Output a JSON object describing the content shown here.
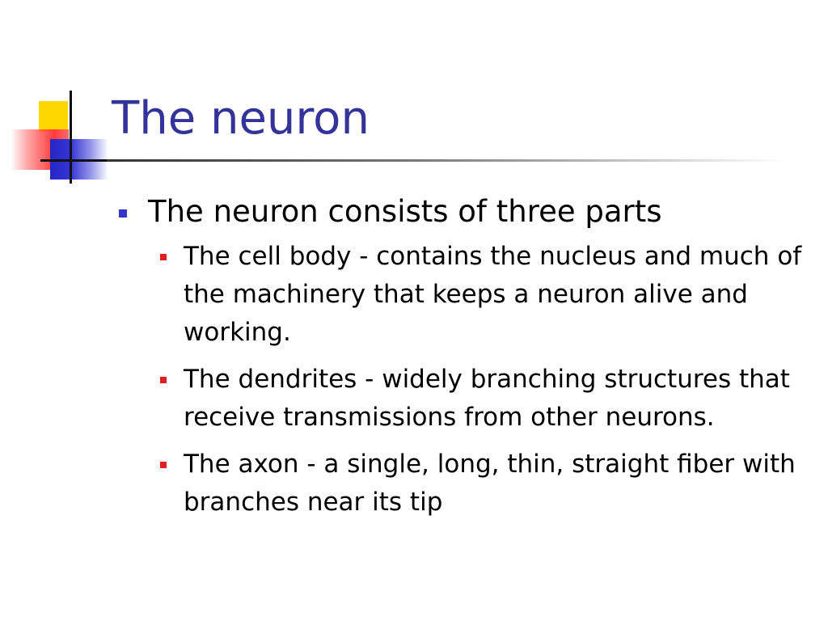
{
  "slide": {
    "title": "The neuron",
    "main_point": "The neuron consists of three parts",
    "sub_points": [
      "The cell body - contains the nucleus and much of the machinery that keeps a neuron alive and working.",
      "The dendrites - widely branching structures that receive transmissions from other neurons.",
      "The axon - a single, long, thin, straight fiber with branches near its tip"
    ]
  },
  "icons": {
    "logo": "corner-squares-logo-icon",
    "level1_bullet": "square-bullet-icon",
    "level2_bullet": "small-square-bullet-icon"
  },
  "colors": {
    "title": "#33339a",
    "level1_bullet": "#3434c8",
    "level2_bullet": "#e02020",
    "logo_yellow": "#ffd700",
    "logo_red": "#ff3b3b",
    "logo_blue": "#2727c8"
  }
}
